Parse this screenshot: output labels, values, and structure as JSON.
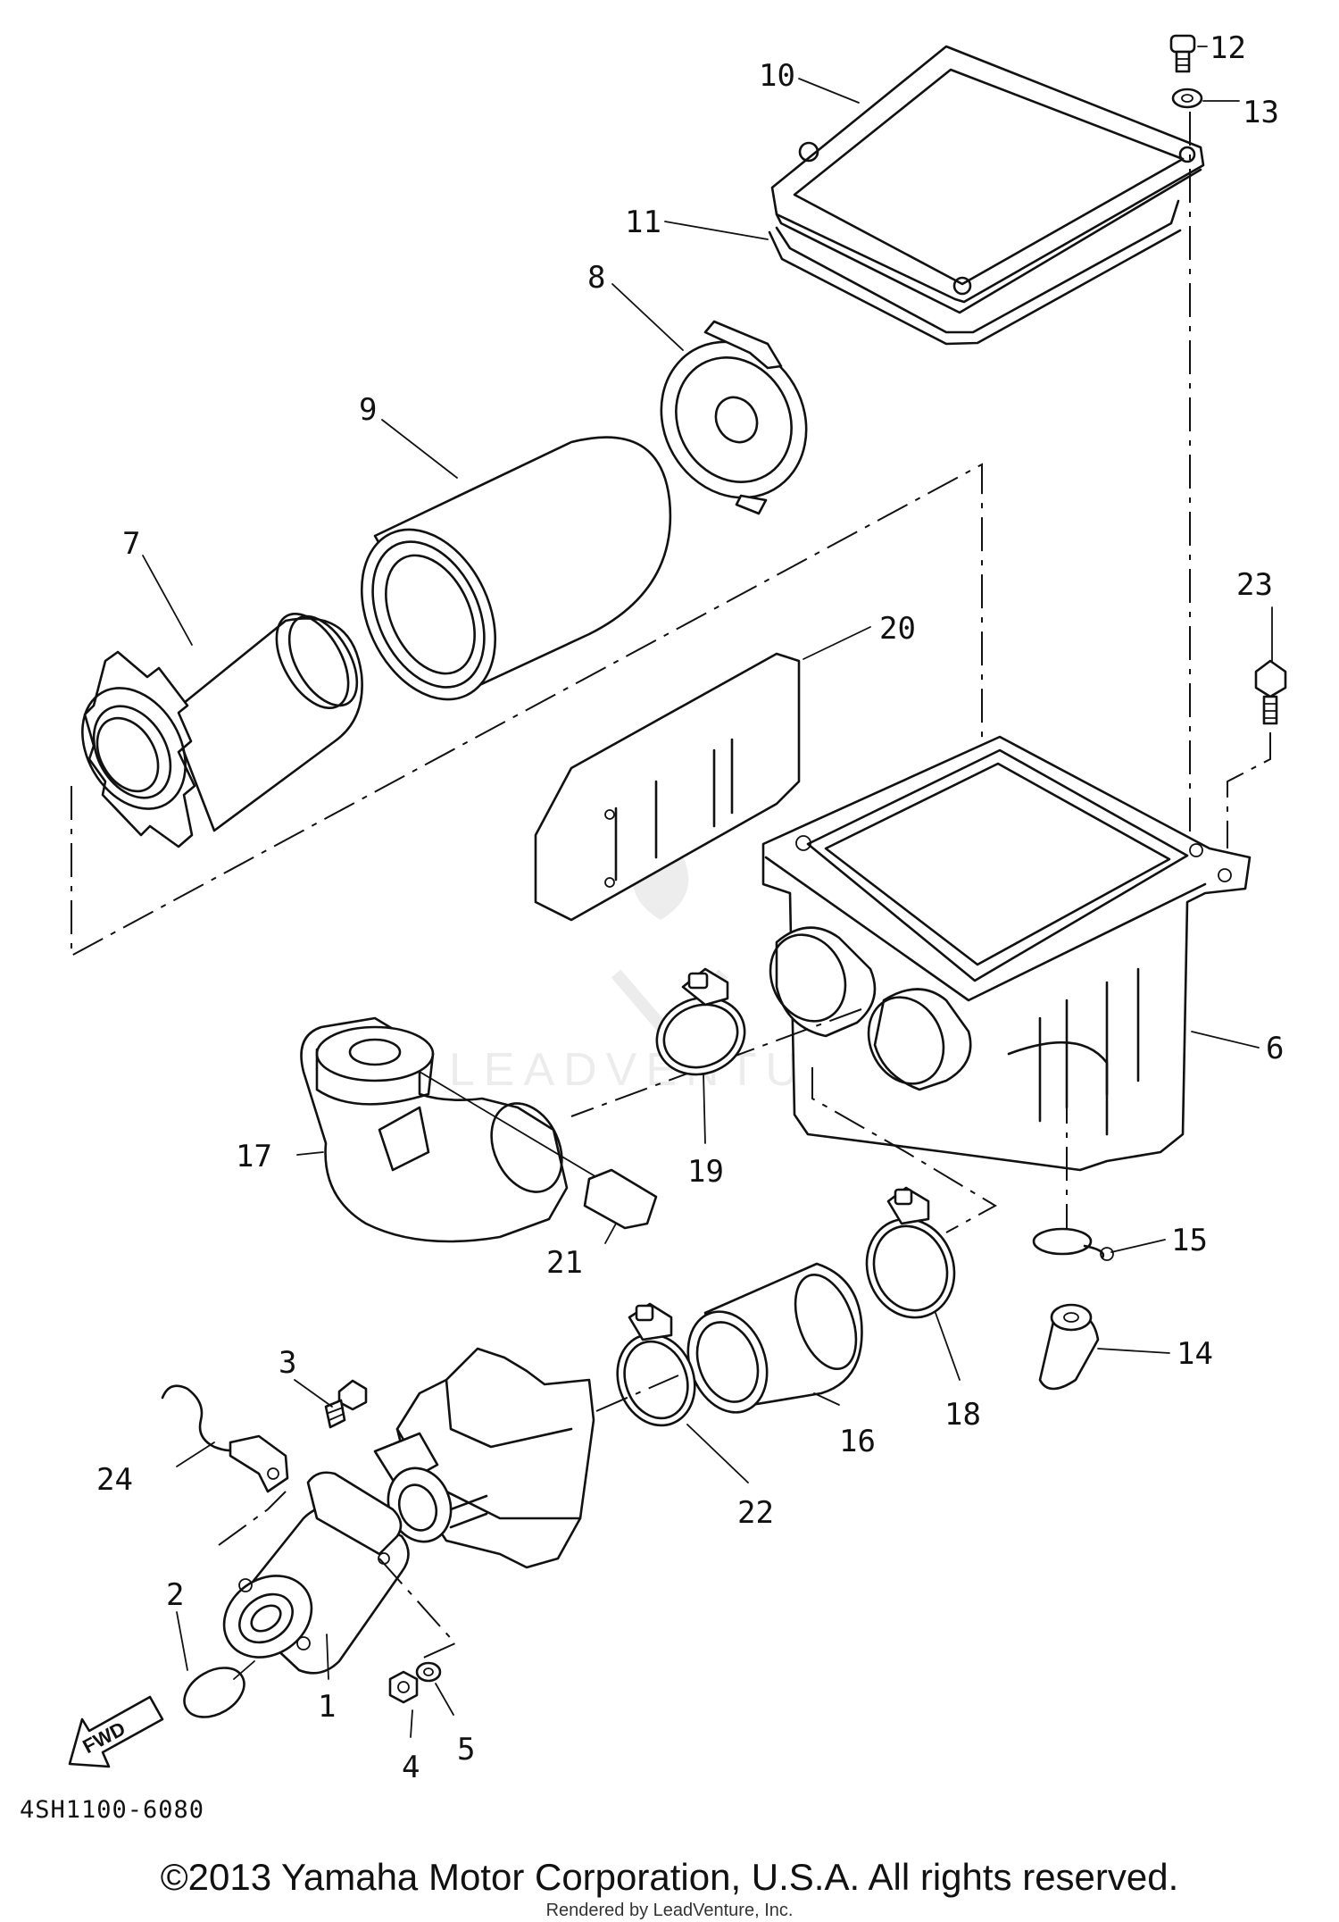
{
  "diagram": {
    "callouts": [
      "1",
      "2",
      "3",
      "4",
      "5",
      "6",
      "7",
      "8",
      "9",
      "10",
      "11",
      "12",
      "13",
      "14",
      "15",
      "16",
      "17",
      "18",
      "19",
      "20",
      "21",
      "22",
      "23",
      "24"
    ],
    "direction_label": "FWD",
    "diagram_code": "4SH1100-6080",
    "watermark": "LEADVENTURE"
  },
  "footer": {
    "copyright": "©2013 Yamaha Motor Corporation, U.S.A. All rights reserved.",
    "rendered_by": "Rendered by LeadVenture, Inc."
  }
}
